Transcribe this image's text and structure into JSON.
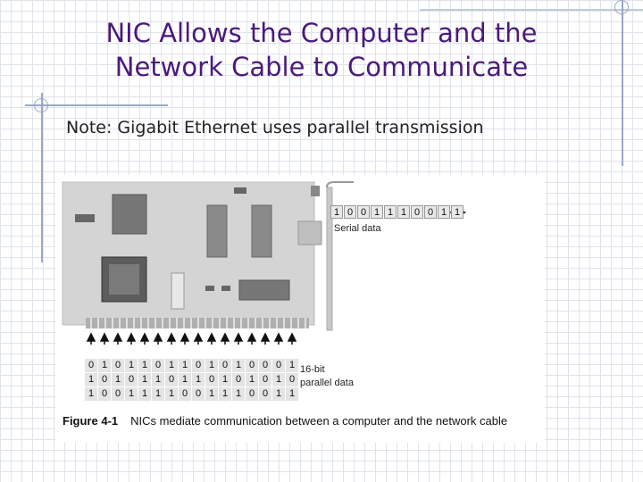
{
  "slide": {
    "title_line1": "NIC Allows the Computer and the",
    "title_line2": "Network Cable to Communicate",
    "note": "Note:  Gigabit Ethernet uses parallel transmission"
  },
  "figure": {
    "serial_bits": [
      "1",
      "0",
      "0",
      "1",
      "1",
      "1",
      "0",
      "0",
      "1",
      "1"
    ],
    "serial_label": "Serial data",
    "parallel_rows": [
      [
        "0",
        "1",
        "0",
        "1",
        "1",
        "0",
        "1",
        "1",
        "0",
        "1",
        "0",
        "1",
        "0",
        "0",
        "0",
        "1"
      ],
      [
        "1",
        "0",
        "1",
        "0",
        "1",
        "1",
        "0",
        "1",
        "1",
        "0",
        "1",
        "0",
        "1",
        "0",
        "1",
        "0"
      ],
      [
        "1",
        "0",
        "0",
        "1",
        "1",
        "1",
        "1",
        "0",
        "0",
        "1",
        "1",
        "1",
        "0",
        "0",
        "1",
        "1"
      ]
    ],
    "parallel_label_line1": "16-bit",
    "parallel_label_line2": "parallel data",
    "caption_fig": "Figure 4-1",
    "caption_text": "NICs mediate communication between a computer and the network cable"
  },
  "colors": {
    "title": "#4a1a7a",
    "grid": "#dfe3ea",
    "accent_lines": "#9aa8c8"
  }
}
